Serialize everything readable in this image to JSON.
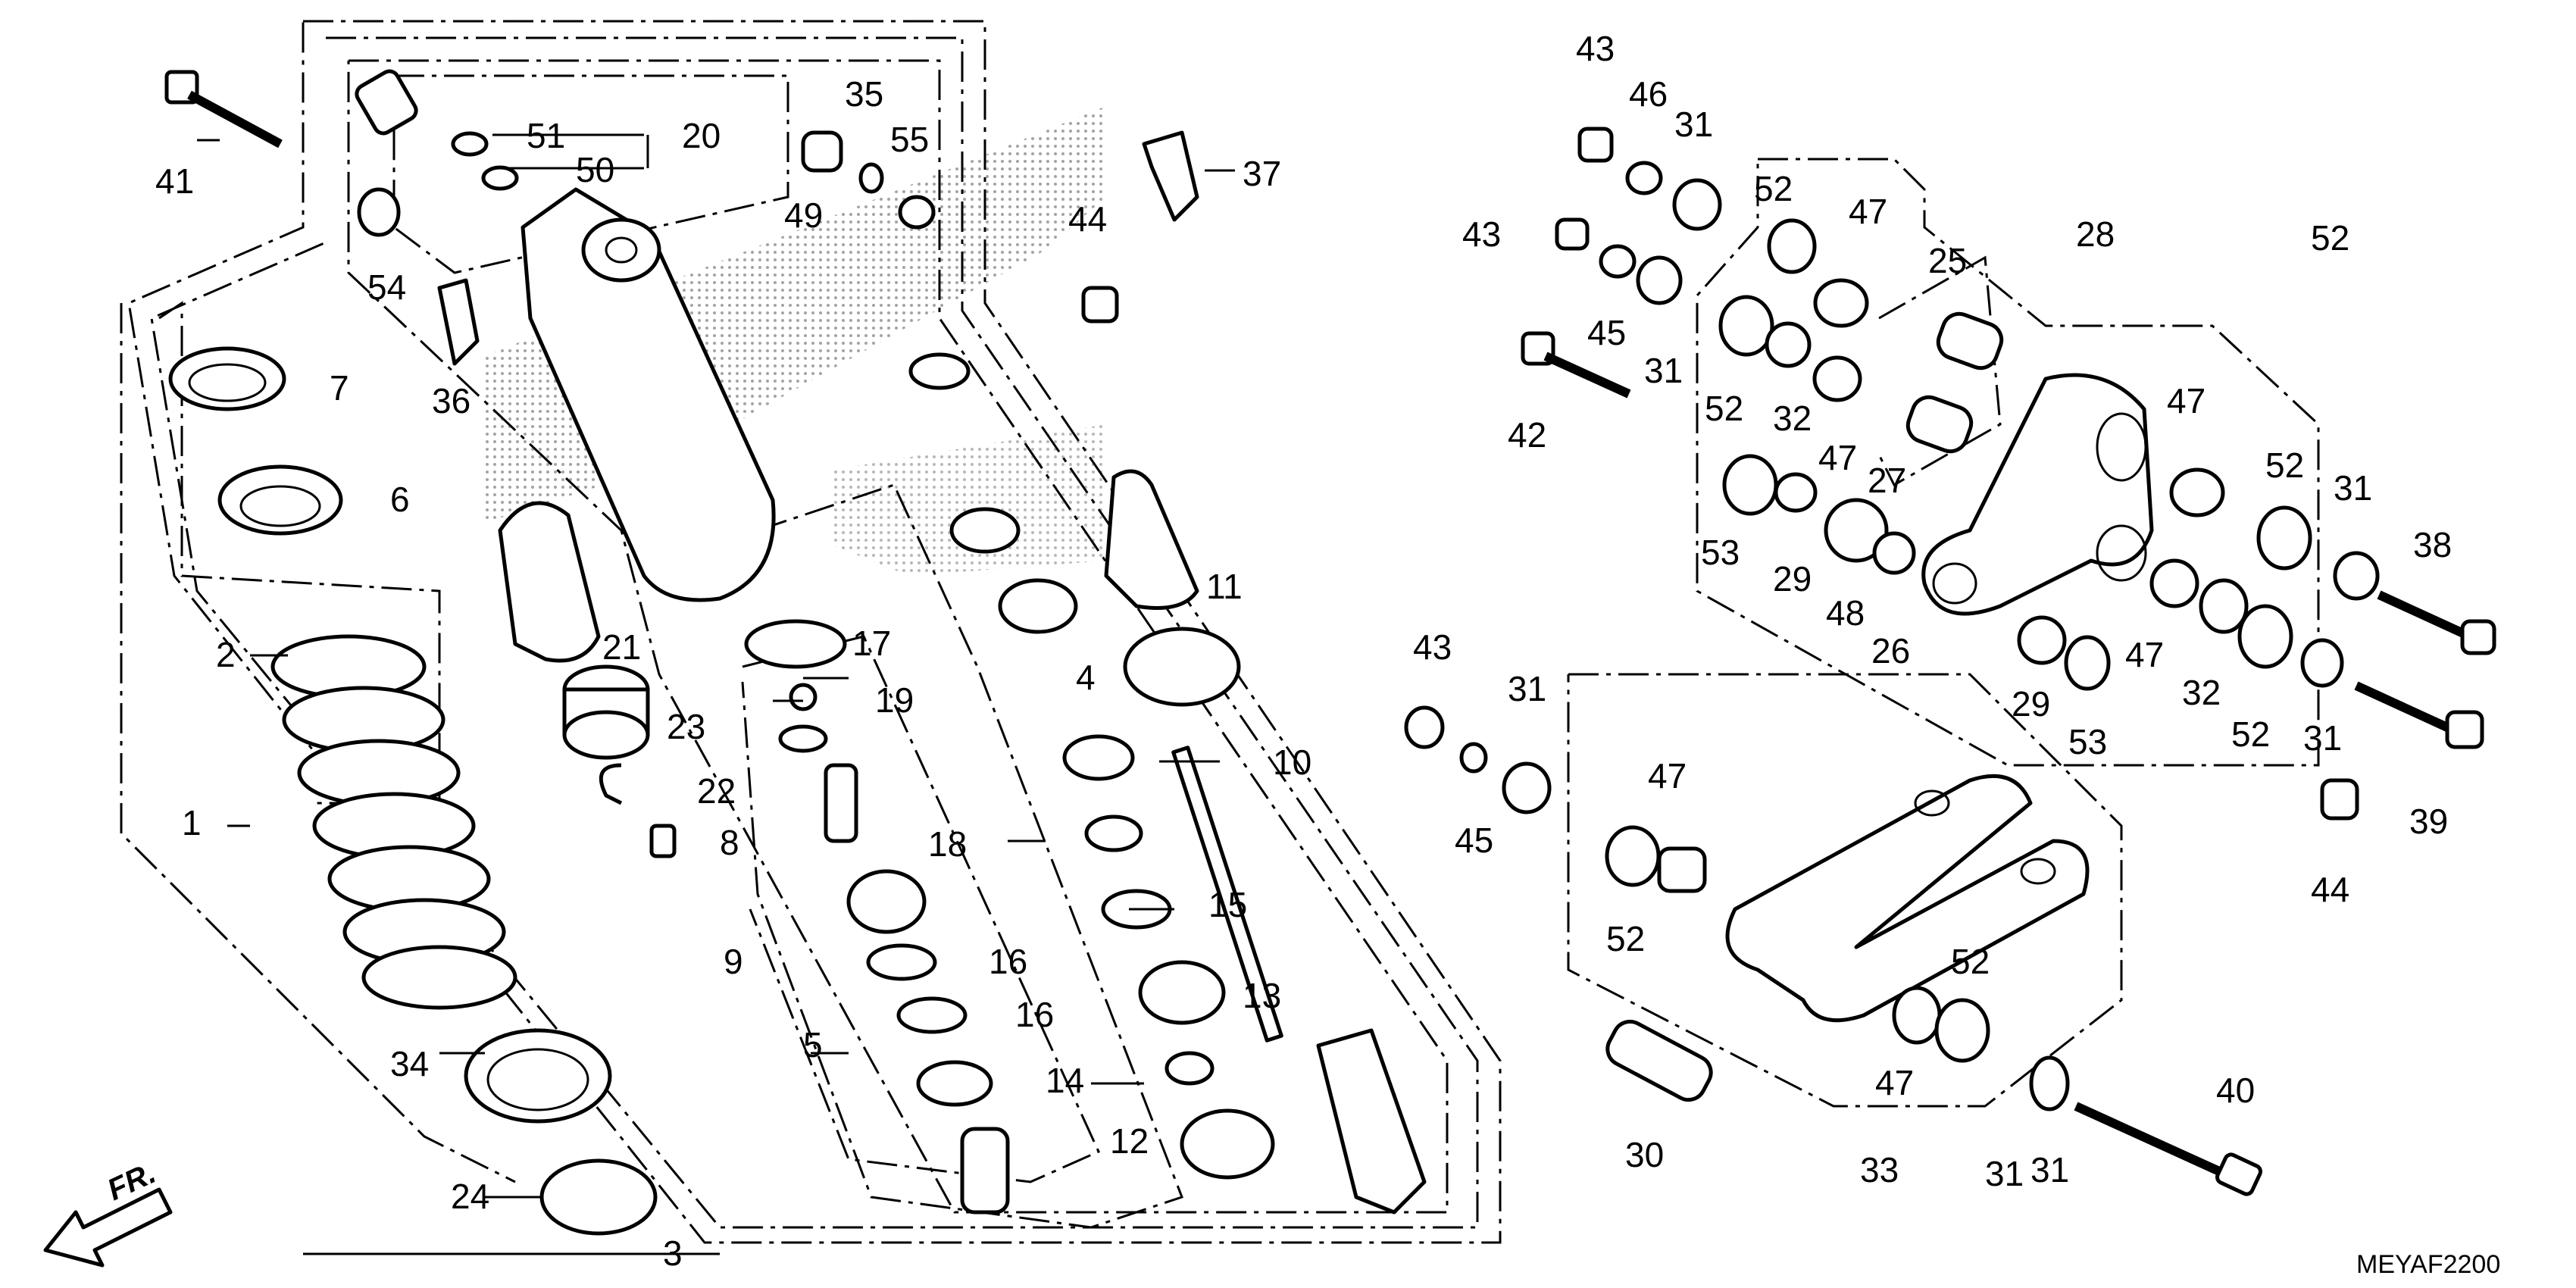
{
  "diagram": {
    "code": "MEYAF2200",
    "direction": "FR.",
    "callouts": [
      "1",
      "2",
      "3",
      "4",
      "5",
      "6",
      "7",
      "8",
      "9",
      "10",
      "11",
      "12",
      "13",
      "14",
      "15",
      "16",
      "16",
      "17",
      "18",
      "19",
      "20",
      "21",
      "22",
      "23",
      "24",
      "25",
      "26",
      "27",
      "28",
      "29",
      "29",
      "30",
      "31",
      "31",
      "31",
      "31",
      "31",
      "31",
      "31",
      "32",
      "32",
      "33",
      "34",
      "35",
      "36",
      "37",
      "38",
      "39",
      "40",
      "41",
      "42",
      "43",
      "43",
      "43",
      "44",
      "44",
      "45",
      "45",
      "46",
      "47",
      "47",
      "47",
      "47",
      "47",
      "47",
      "48",
      "49",
      "50",
      "51",
      "52",
      "52",
      "52",
      "52",
      "52",
      "52",
      "52",
      "53",
      "53",
      "54",
      "55"
    ]
  }
}
